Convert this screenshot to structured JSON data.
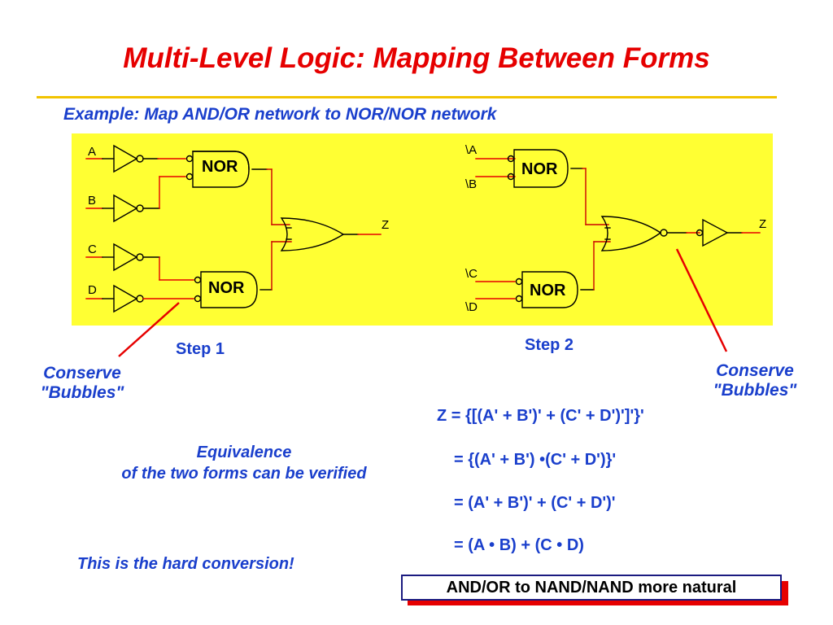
{
  "slide": {
    "title": "Multi-Level Logic: Mapping Between Forms",
    "subtitle": "Example: Map AND/OR network to NOR/NOR network"
  },
  "diagram": {
    "step1": {
      "inputs": [
        "A",
        "B",
        "C",
        "D"
      ],
      "gate_label_top": "NOR",
      "gate_label_bottom": "NOR",
      "output": "Z",
      "caption": "Step 1"
    },
    "step2": {
      "inputs": [
        "\\A",
        "\\B",
        "\\C",
        "\\D"
      ],
      "gate_label_top": "NOR",
      "gate_label_bottom": "NOR",
      "output": "Z",
      "caption": "Step 2"
    }
  },
  "callouts": {
    "left_line1": "Conserve",
    "left_line2": "\"Bubbles\"",
    "right_line1": "Conserve",
    "right_line2": "\"Bubbles\""
  },
  "notes": {
    "equivalence_line1": "Equivalence",
    "equivalence_line2": "of the two forms can be verified",
    "hard": "This is the hard conversion!"
  },
  "equations": [
    "Z = {[(A' + B')' + (C' + D')']'}'",
    "= {(A' + B') •(C' + D')}'",
    "= (A' + B')' + (C' + D')'",
    "= (A • B) + (C • D)"
  ],
  "boxed_note": "AND/OR to NAND/NAND more natural",
  "colors": {
    "title": "#e60000",
    "accent_text": "#1a3fcc",
    "panel": "#ffff33",
    "rule": "#f2c300",
    "wire_input": "#e60000",
    "wire_red": "#cc0000"
  }
}
